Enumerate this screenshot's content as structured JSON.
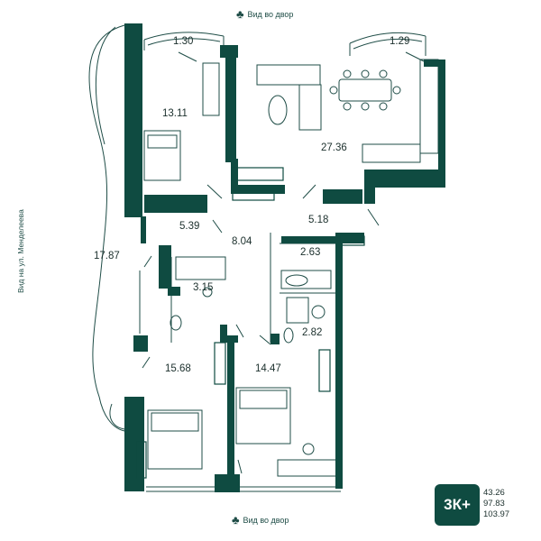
{
  "views": {
    "top": "Вид во двор",
    "bottom": "Вид во двор",
    "side": "Вид на ул. Менделеева"
  },
  "rooms": [
    {
      "id": "balcony-left",
      "area": "1.30"
    },
    {
      "id": "balcony-right",
      "area": "1.29"
    },
    {
      "id": "bedroom-top",
      "area": "13.11"
    },
    {
      "id": "living-kitchen",
      "area": "27.36"
    },
    {
      "id": "hall-small",
      "area": "5.39"
    },
    {
      "id": "hall-right",
      "area": "5.18"
    },
    {
      "id": "loggia",
      "area": "17.87"
    },
    {
      "id": "corridor",
      "area": "8.04"
    },
    {
      "id": "bath-top",
      "area": "2.63"
    },
    {
      "id": "bath-left",
      "area": "3.15"
    },
    {
      "id": "bath-bottom",
      "area": "2.82"
    },
    {
      "id": "bedroom-left",
      "area": "15.68"
    },
    {
      "id": "bedroom-right",
      "area": "14.47"
    }
  ],
  "apartment": {
    "type": "3К+",
    "stats": [
      "43.26",
      "97.83",
      "103.97"
    ]
  },
  "colors": {
    "wall": "#0f4b41",
    "line": "#1f4d47",
    "accent": "#0f4b41"
  },
  "icons": [
    "tree-bench-icon"
  ]
}
